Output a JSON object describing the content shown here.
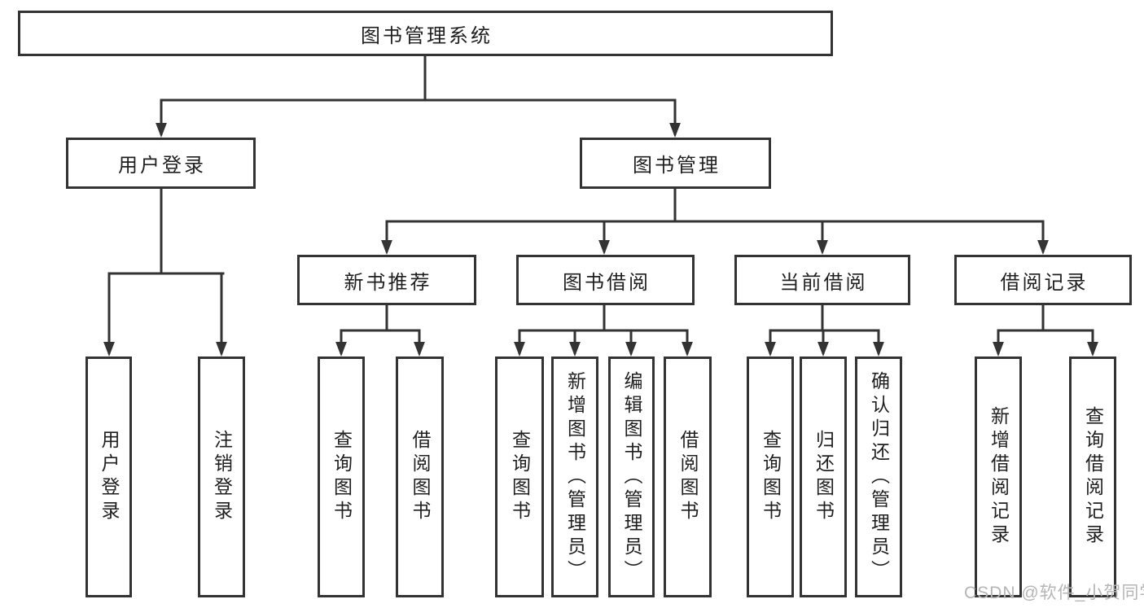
{
  "diagram": {
    "type": "hierarchy-tree",
    "title": "图书管理系统"
  },
  "colors": {
    "line": "#333333",
    "text": "#1f1f1f",
    "background": "#ffffff",
    "watermark": "#b5b5b5"
  },
  "nodes": {
    "root": {
      "label": "图书管理系统"
    },
    "login": {
      "label": "用户登录"
    },
    "management": {
      "label": "图书管理"
    },
    "login_leaves": [
      "用户登录",
      "注销登录"
    ],
    "groups": [
      {
        "label": "新书推荐",
        "leaves": [
          "查询图书",
          "借阅图书"
        ]
      },
      {
        "label": "图书借阅",
        "leaves": [
          "查询图书",
          "新增图书（管理员）",
          "编辑图书（管理员）",
          "借阅图书"
        ]
      },
      {
        "label": "当前借阅",
        "leaves": [
          "查询图书",
          "归还图书",
          "确认归还（管理员）"
        ]
      },
      {
        "label": "借阅记录",
        "leaves": [
          "新增借阅记录",
          "查询借阅记录"
        ]
      }
    ]
  },
  "watermark": {
    "text": "CSDN @软件_小贺同学"
  }
}
